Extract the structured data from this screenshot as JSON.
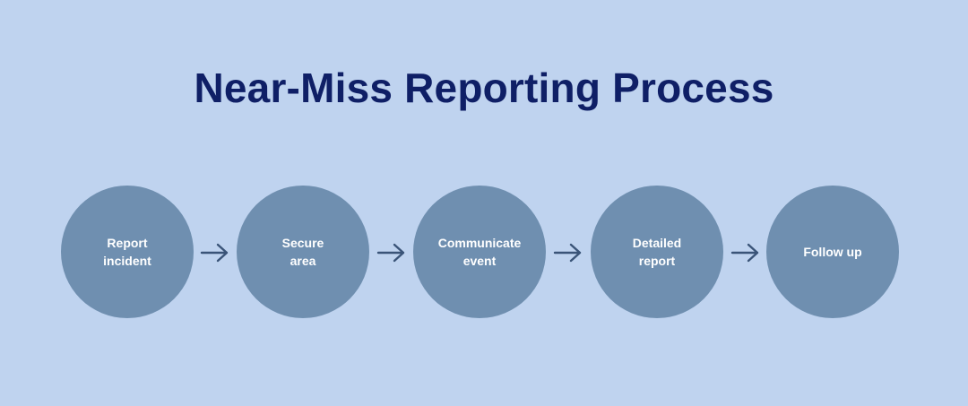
{
  "diagram": {
    "title": "Near-Miss Reporting Process",
    "steps": [
      {
        "label": "Report\nincident"
      },
      {
        "label": "Secure\narea"
      },
      {
        "label": "Communicate\nevent"
      },
      {
        "label": "Detailed\nreport"
      },
      {
        "label": "Follow up"
      }
    ]
  },
  "colors": {
    "background": "#bfd3ef",
    "title": "#0f1f66",
    "circle": "#6f8fb0",
    "arrow": "#3a5478",
    "label": "#ffffff"
  }
}
